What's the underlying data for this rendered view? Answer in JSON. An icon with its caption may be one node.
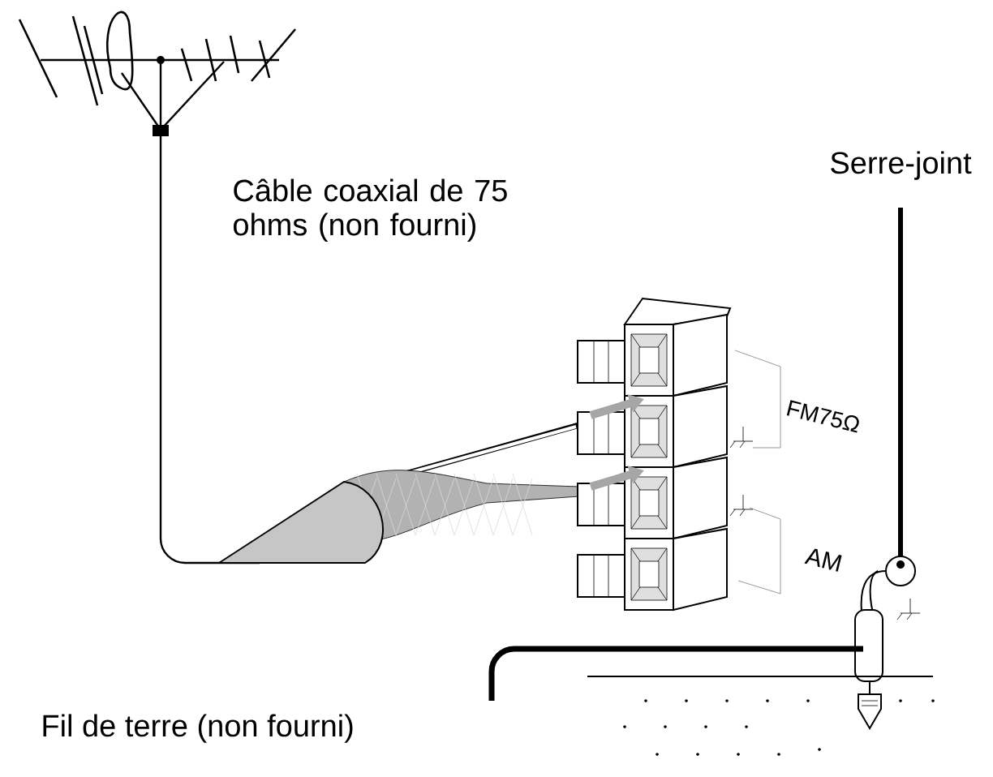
{
  "diagram": {
    "labels": [
      "Serre-joint",
      "Câble coaxial de 75 ohms (non fourni)",
      "FM75Ω",
      "AM",
      "Fil de terre (non fourni)"
    ]
  }
}
